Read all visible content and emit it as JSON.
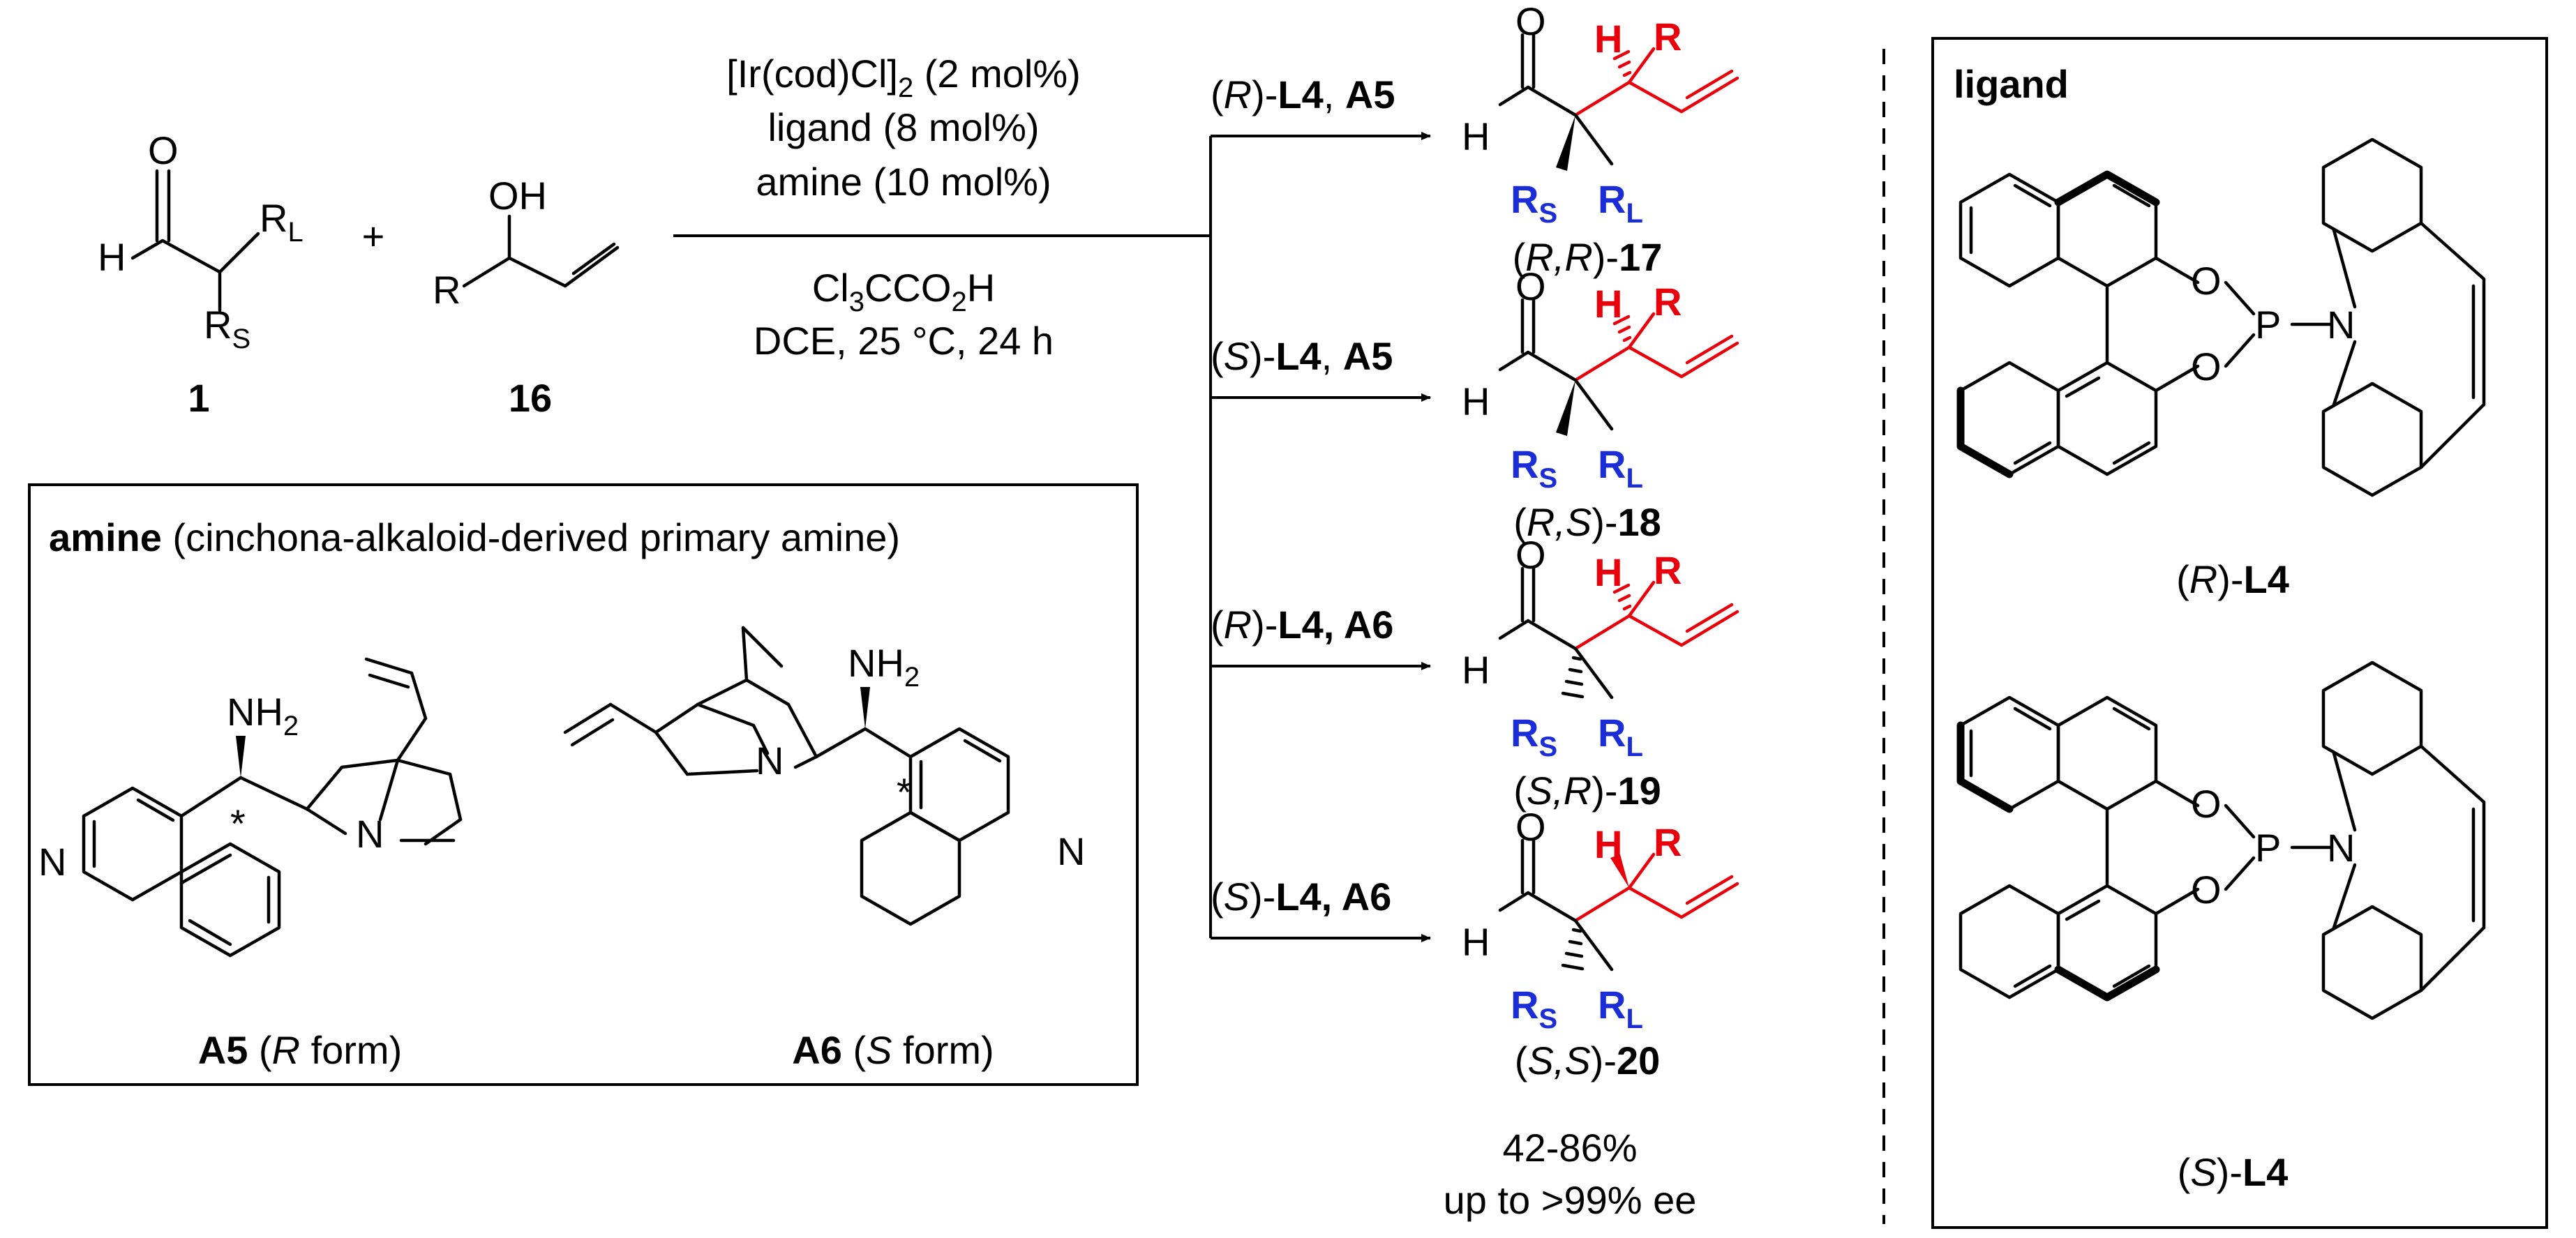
{
  "reactants": {
    "aldehyde_label": "1",
    "allyl_alcohol_label": "16",
    "plus": "+",
    "atoms": {
      "O": "O",
      "H": "H",
      "RL_main": "R",
      "RL_sub": "L",
      "RS_main": "R",
      "RS_sub": "S",
      "OH": "OH",
      "R": "R"
    }
  },
  "conditions": {
    "line1_pre": "[Ir(cod)Cl]",
    "line1_sub": "2",
    "line1_post": " (2 mol%)",
    "line2": "ligand (8 mol%)",
    "line3": "amine (10 mol%)",
    "line4_pre": "Cl",
    "line4_sub1": "3",
    "line4_mid": "CCO",
    "line4_sub2": "2",
    "line4_post": "H",
    "line5": "DCE, 25 °C, 24 h"
  },
  "branches": [
    {
      "l_open": "(",
      "l_conf": "R",
      "l_close": ")-",
      "ligand": "L4",
      "sep": ", ",
      "amine": "A5",
      "product_open": "(",
      "c1": "R",
      "comma": ",",
      "c2": "R",
      "product_close": ")-",
      "number": "17"
    },
    {
      "l_open": "(",
      "l_conf": "S",
      "l_close": ")-",
      "ligand": "L4",
      "sep": ", ",
      "amine": "A5",
      "product_open": "(",
      "c1": "R",
      "comma": ",",
      "c2": "S",
      "product_close": ")-",
      "number": "18"
    },
    {
      "l_open": "(",
      "l_conf": "R",
      "l_close": ")-",
      "ligand": "L4",
      "sep": ", ",
      "amine": "A6",
      "product_open": "(",
      "c1": "S",
      "comma": ",",
      "c2": "R",
      "product_close": ")-",
      "number": "19"
    },
    {
      "l_open": "(",
      "l_conf": "S",
      "l_close": ")-",
      "ligand": "L4",
      "sep": ", ",
      "amine": "A6",
      "product_open": "(",
      "c1": "S",
      "comma": ",",
      "c2": "S",
      "product_close": ")-",
      "number": "20"
    }
  ],
  "product_atoms": {
    "O": "O",
    "H_ald": "H",
    "H_red": "H",
    "R_red": "R",
    "RS_main": "R",
    "RS_sub": "S",
    "RL_main": "R",
    "RL_sub": "L"
  },
  "yield": {
    "line1": "42-86%",
    "line2": "up to >99% ee"
  },
  "amine_box": {
    "title_bold": "amine",
    "title_rest": " (cinchona-alkaloid-derived primary amine)",
    "nh2_main": "NH",
    "nh2_sub": "2",
    "N": "N",
    "star": "*",
    "A5_name": "A5",
    "A5_open": " (",
    "A5_conf": "R",
    "A5_close": " form)",
    "A6_name": "A6",
    "A6_open": " (",
    "A6_conf": "S",
    "A6_close": " form)"
  },
  "ligand_box": {
    "title": "ligand",
    "atoms": {
      "O": "O",
      "P": "P",
      "N": "N"
    },
    "R_open": "(",
    "R_conf": "R",
    "R_close": ")-",
    "R_name": "L4",
    "S_open": "(",
    "S_conf": "S",
    "S_close": ")-",
    "S_name": "L4"
  }
}
